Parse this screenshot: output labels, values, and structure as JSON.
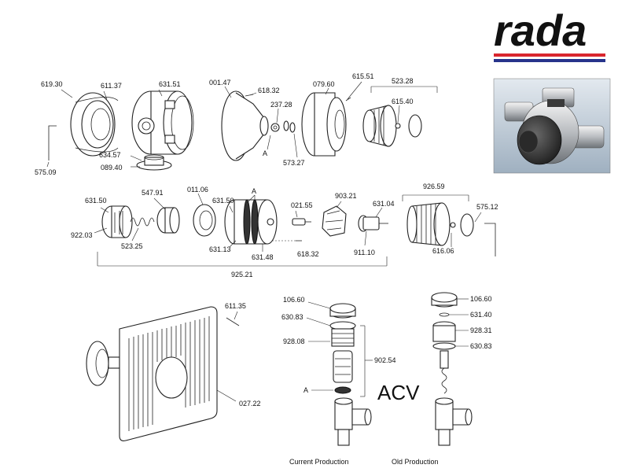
{
  "brand": {
    "name": "rada",
    "stripe_red": "#d9262e",
    "stripe_blue": "#27348b"
  },
  "labels": {
    "l_619_30": "619.30",
    "l_611_37": "611.37",
    "l_631_51": "631.51",
    "l_001_47": "001.47",
    "l_618_32_top": "618.32",
    "l_237_28": "237.28",
    "l_079_60": "079.60",
    "l_615_51": "615.51",
    "l_523_28": "523.28",
    "l_615_40": "615.40",
    "l_575_09": "575.09",
    "l_634_57": "634.57",
    "l_089_40": "089.40",
    "l_a_top": "A",
    "l_573_27": "573.27",
    "l_631_50_a": "631.50",
    "l_547_91": "547.91",
    "l_011_06": "011.06",
    "l_631_50_b": "631.50",
    "l_a_mid": "A",
    "l_021_55": "021.55",
    "l_903_21": "903.21",
    "l_631_04": "631.04",
    "l_926_59": "926.59",
    "l_575_12": "575.12",
    "l_922_03": "922.03",
    "l_523_25": "523.25",
    "l_631_13": "631.13",
    "l_631_48": "631.48",
    "l_618_32_mid": "618.32",
    "l_911_10": "911.10",
    "l_616_06": "616.06",
    "l_925_21": "925.21",
    "l_611_35": "611.35",
    "l_027_22": "027.22",
    "l_106_60_a": "106.60",
    "l_630_83_a": "630.83",
    "l_928_08": "928.08",
    "l_902_54": "902.54",
    "l_a_bot": "A",
    "l_106_60_b": "106.60",
    "l_631_40": "631.40",
    "l_928_31": "928.31",
    "l_630_83_b": "630.83",
    "acv": "ACV",
    "current_production": "Current Production",
    "old_production": "Old Production"
  }
}
